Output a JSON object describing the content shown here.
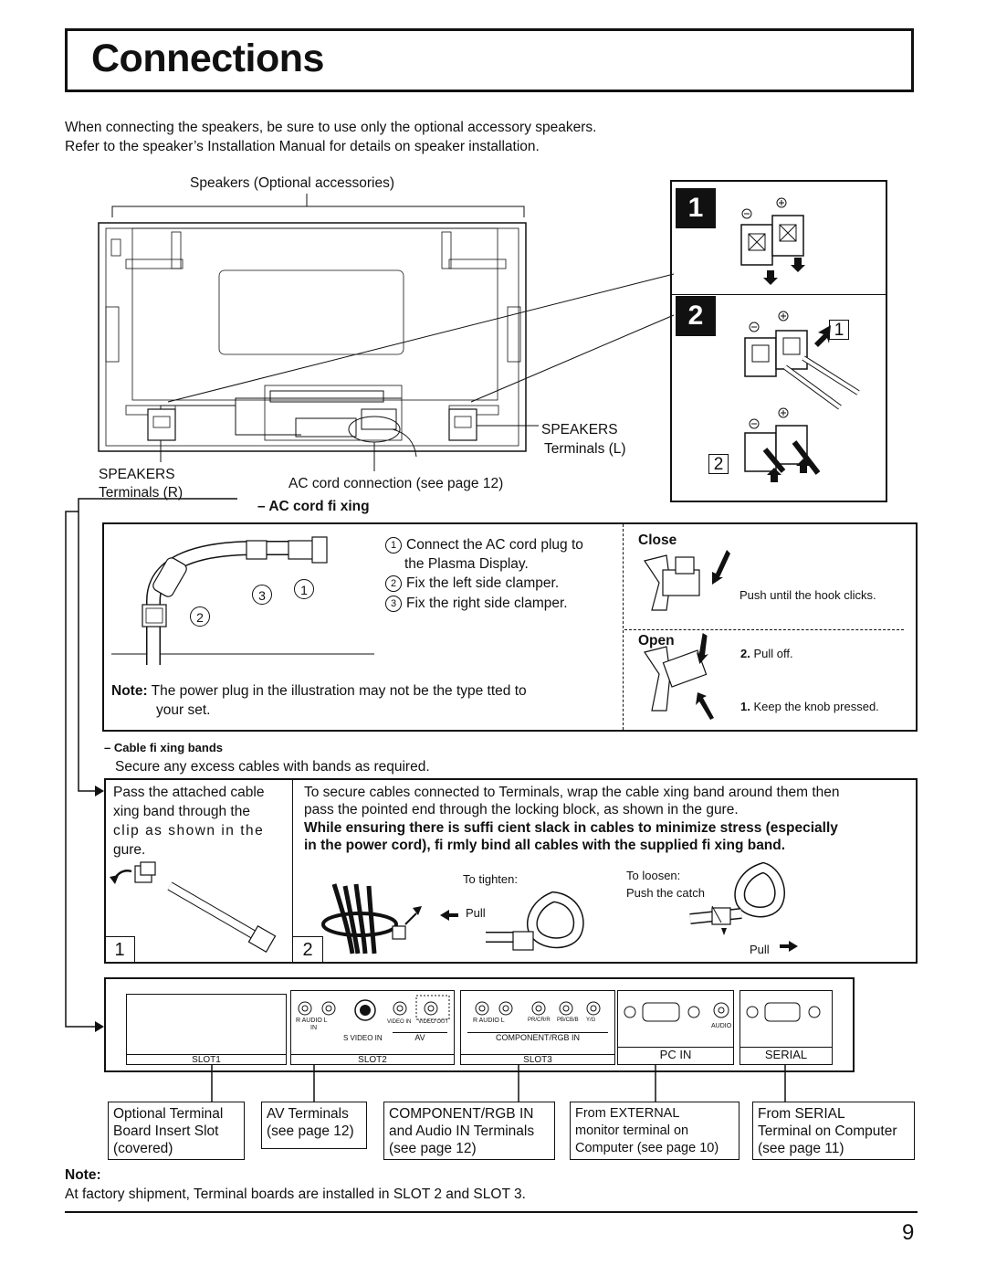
{
  "header": {
    "title": "Connections"
  },
  "intro": {
    "line1": "When connecting the speakers, be sure to use only the optional accessory speakers.",
    "line2": "Refer to the speaker’s Installation Manual for details on speaker installation."
  },
  "rear_diagram": {
    "speakers_caption": "Speakers (Optional accessories)",
    "speakers_l_line1": "SPEAKERS",
    "speakers_l_line2": "Terminals (L)",
    "speakers_r_line1": "SPEAKERS",
    "speakers_r_line2": "Terminals (R)",
    "ac_connection": "AC cord connection (see page 12)"
  },
  "speaker_steps": {
    "step1": "1",
    "step2": "2",
    "sub1": "1",
    "sub2": "2"
  },
  "ac_fixing": {
    "heading": "– AC cord fi xing",
    "step1_num": "1",
    "step1a": "Connect the AC cord plug to",
    "step1b": "the Plasma Display.",
    "step2_num": "2",
    "step2": "Fix the left side clamper.",
    "step3_num": "3",
    "step3": "Fix the right side clamper.",
    "note_label": "Note:",
    "note_a": "The power plug in the illustration may not be the type   tted to",
    "note_b": "your set.",
    "close_label": "Close",
    "close_text": "Push until the hook clicks.",
    "open_label": "Open",
    "pull_num": "2.",
    "pull_text": "Pull off.",
    "keep_num": "1.",
    "keep_text": "Keep the knob pressed.",
    "callout_1": "1",
    "callout_2": "2",
    "callout_3": "3"
  },
  "cable_bands": {
    "heading": "– Cable fi xing bands",
    "intro": "Secure any excess cables with bands as required.",
    "left_a": "Pass the attached cable",
    "left_b": "  xing band through the",
    "left_c": "clip as shown in the",
    "left_d": "  gure.",
    "right_a": "To secure cables connected to Terminals, wrap the cable   xing band around them then",
    "right_b": "pass the pointed end through the locking block, as shown in the   gure.",
    "bold_a": "While ensuring there is suffi cient slack in cables to minimize stress (especially",
    "bold_b": "in the power cord), fi rmly bind all cables with the supplied fi xing band.",
    "to_tighten": "To tighten:",
    "pull": "Pull",
    "to_loosen": "To loosen:",
    "push_catch": "Push the catch",
    "pull2": "Pull",
    "panel1": "1",
    "panel2": "2"
  },
  "terminal_panel": {
    "slot1": "SLOT1",
    "slot2": "SLOT2",
    "slot3": "SLOT3",
    "av": "AV",
    "component": "COMPONENT/RGB IN",
    "svideo": "S VIDEO IN",
    "videoin": "VIDEO IN",
    "videoout": "VIDEO OUT",
    "r_audio_l": "R  AUDIO  L",
    "in": "IN",
    "pr": "PR/CR/R",
    "pb": "PB/CB/B",
    "yg": "Y/G",
    "audio": "AUDIO",
    "pc_in": "PC    IN",
    "serial": "SERIAL"
  },
  "callouts": {
    "optional_a": "Optional Terminal",
    "optional_b": "Board Insert Slot",
    "optional_c": "(covered)",
    "av_a": "AV Terminals",
    "av_b": "(see page 12)",
    "comp_a": "COMPONENT/RGB IN",
    "comp_b": "and Audio IN Terminals",
    "comp_c": "(see page 12)",
    "ext_a": "From EXTERNAL",
    "ext_b": "monitor terminal on",
    "ext_c": "Computer (see page 10)",
    "ser_a": "From SERIAL",
    "ser_b": "Terminal on Computer",
    "ser_c": "(see page 11)"
  },
  "footer": {
    "note_label": "Note:",
    "note_text": "At factory shipment, Terminal boards are installed in SLOT 2 and SLOT 3.",
    "page_number": "9"
  }
}
